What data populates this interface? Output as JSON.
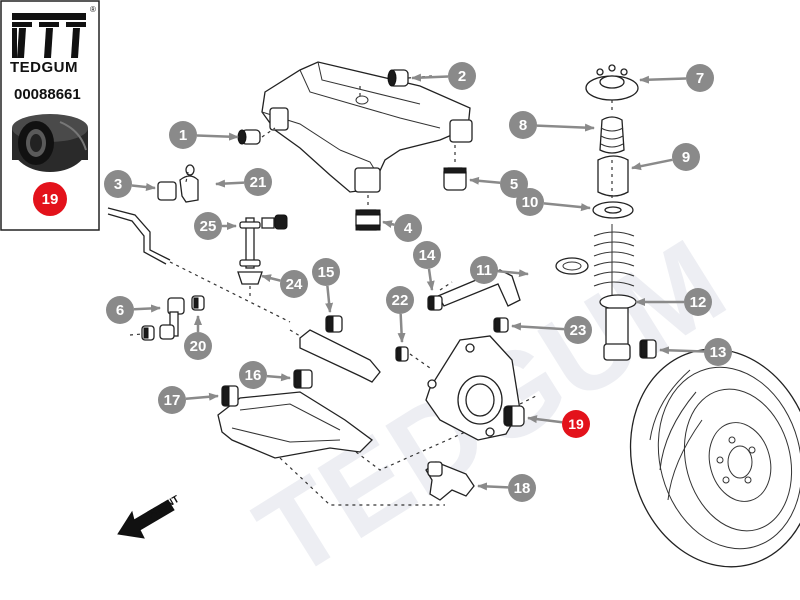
{
  "brand": {
    "name": "TEDGUM",
    "registered_mark": "®",
    "part_number": "00088661",
    "highlight_number": "19"
  },
  "diagram": {
    "direction_label": "FRONT",
    "watermark": "TEDGUM",
    "colors": {
      "callout_fill": "#8a8a8a",
      "callout_text": "#ffffff",
      "highlight": "#e3121b",
      "line": "#222222"
    },
    "callouts": [
      {
        "id": "c1",
        "label": "1"
      },
      {
        "id": "c2",
        "label": "2"
      },
      {
        "id": "c3",
        "label": "3"
      },
      {
        "id": "c4",
        "label": "4"
      },
      {
        "id": "c5",
        "label": "5"
      },
      {
        "id": "c6",
        "label": "6"
      },
      {
        "id": "c7",
        "label": "7"
      },
      {
        "id": "c8",
        "label": "8"
      },
      {
        "id": "c9",
        "label": "9"
      },
      {
        "id": "c10",
        "label": "10"
      },
      {
        "id": "c11",
        "label": "11"
      },
      {
        "id": "c12",
        "label": "12"
      },
      {
        "id": "c13",
        "label": "13"
      },
      {
        "id": "c14",
        "label": "14"
      },
      {
        "id": "c15",
        "label": "15"
      },
      {
        "id": "c16",
        "label": "16"
      },
      {
        "id": "c17",
        "label": "17"
      },
      {
        "id": "c18",
        "label": "18"
      },
      {
        "id": "c19",
        "label": "19"
      },
      {
        "id": "c20",
        "label": "20"
      },
      {
        "id": "c21",
        "label": "21"
      },
      {
        "id": "c22",
        "label": "22"
      },
      {
        "id": "c23",
        "label": "23"
      },
      {
        "id": "c24",
        "label": "24"
      },
      {
        "id": "c25",
        "label": "25"
      }
    ]
  }
}
